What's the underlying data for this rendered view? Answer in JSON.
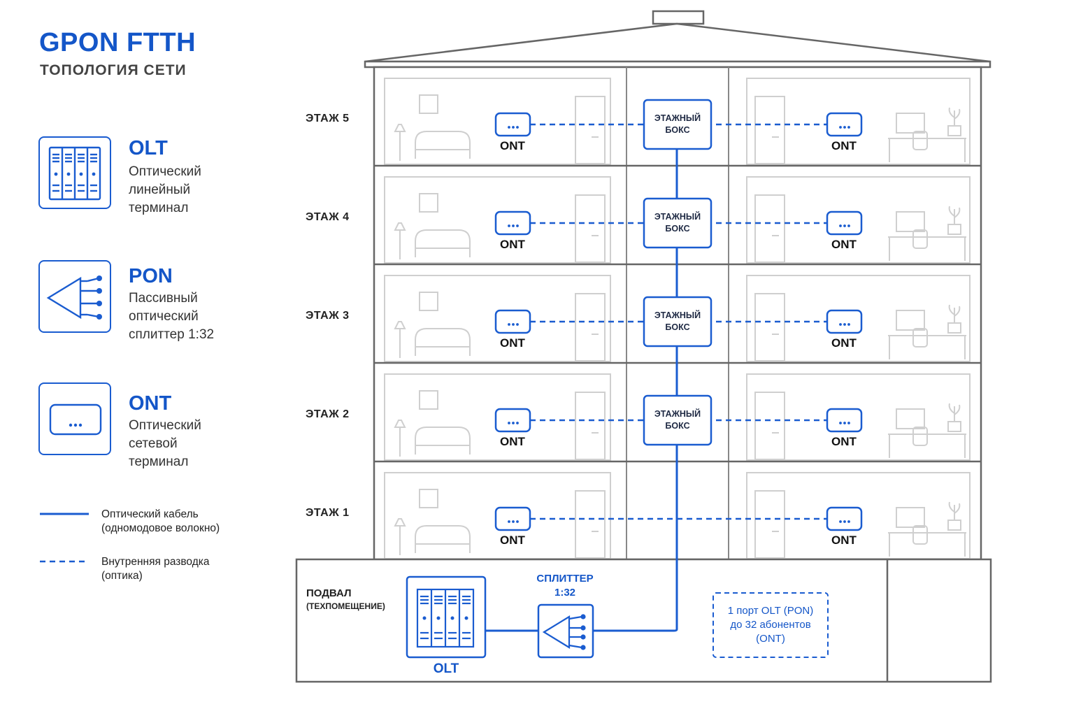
{
  "header": {
    "title": "GPON FTTH",
    "subtitle": "ТОПОЛОГИЯ СЕТИ"
  },
  "legend": {
    "items": [
      {
        "name": "OLT",
        "desc": "Оптический\nлинейный\nтерминал",
        "icon": "olt-rack-icon"
      },
      {
        "name": "PON",
        "desc": "Пассивный\nоптический\nсплиттер 1:32",
        "icon": "splitter-icon"
      },
      {
        "name": "ONT",
        "desc": "Оптический\nсетевой\nтерминал",
        "icon": "ont-device-icon"
      }
    ],
    "lines": [
      {
        "style": "solid",
        "label": "Оптический кабель\n(одномодовое волокно)"
      },
      {
        "style": "dashed",
        "label": "Внутренняя разводка\n(оптика)"
      }
    ]
  },
  "building": {
    "floors": [
      {
        "label": "ЭТАЖ 5",
        "has_box": true
      },
      {
        "label": "ЭТАЖ 4",
        "has_box": true
      },
      {
        "label": "ЭТАЖ 3",
        "has_box": true
      },
      {
        "label": "ЭТАЖ 2",
        "has_box": true
      },
      {
        "label": "ЭТАЖ 1",
        "has_box": false
      }
    ],
    "ont_label": "ONT",
    "floor_box_label": "ЭТАЖНЫЙ\nБОКС",
    "basement": {
      "title": "ПОДВАЛ",
      "subtitle": "(ТЕХПОМЕЩЕНИЕ)",
      "olt_label": "OLT",
      "splitter_label": "СПЛИТТЕР\n1:32",
      "note": "1 порт OLT (PON)\nдо 32 абонентов\n(ONT)"
    }
  },
  "colors": {
    "accent": "#1a5cd0",
    "wall": "#666666",
    "faint": "#cfcfcf"
  }
}
